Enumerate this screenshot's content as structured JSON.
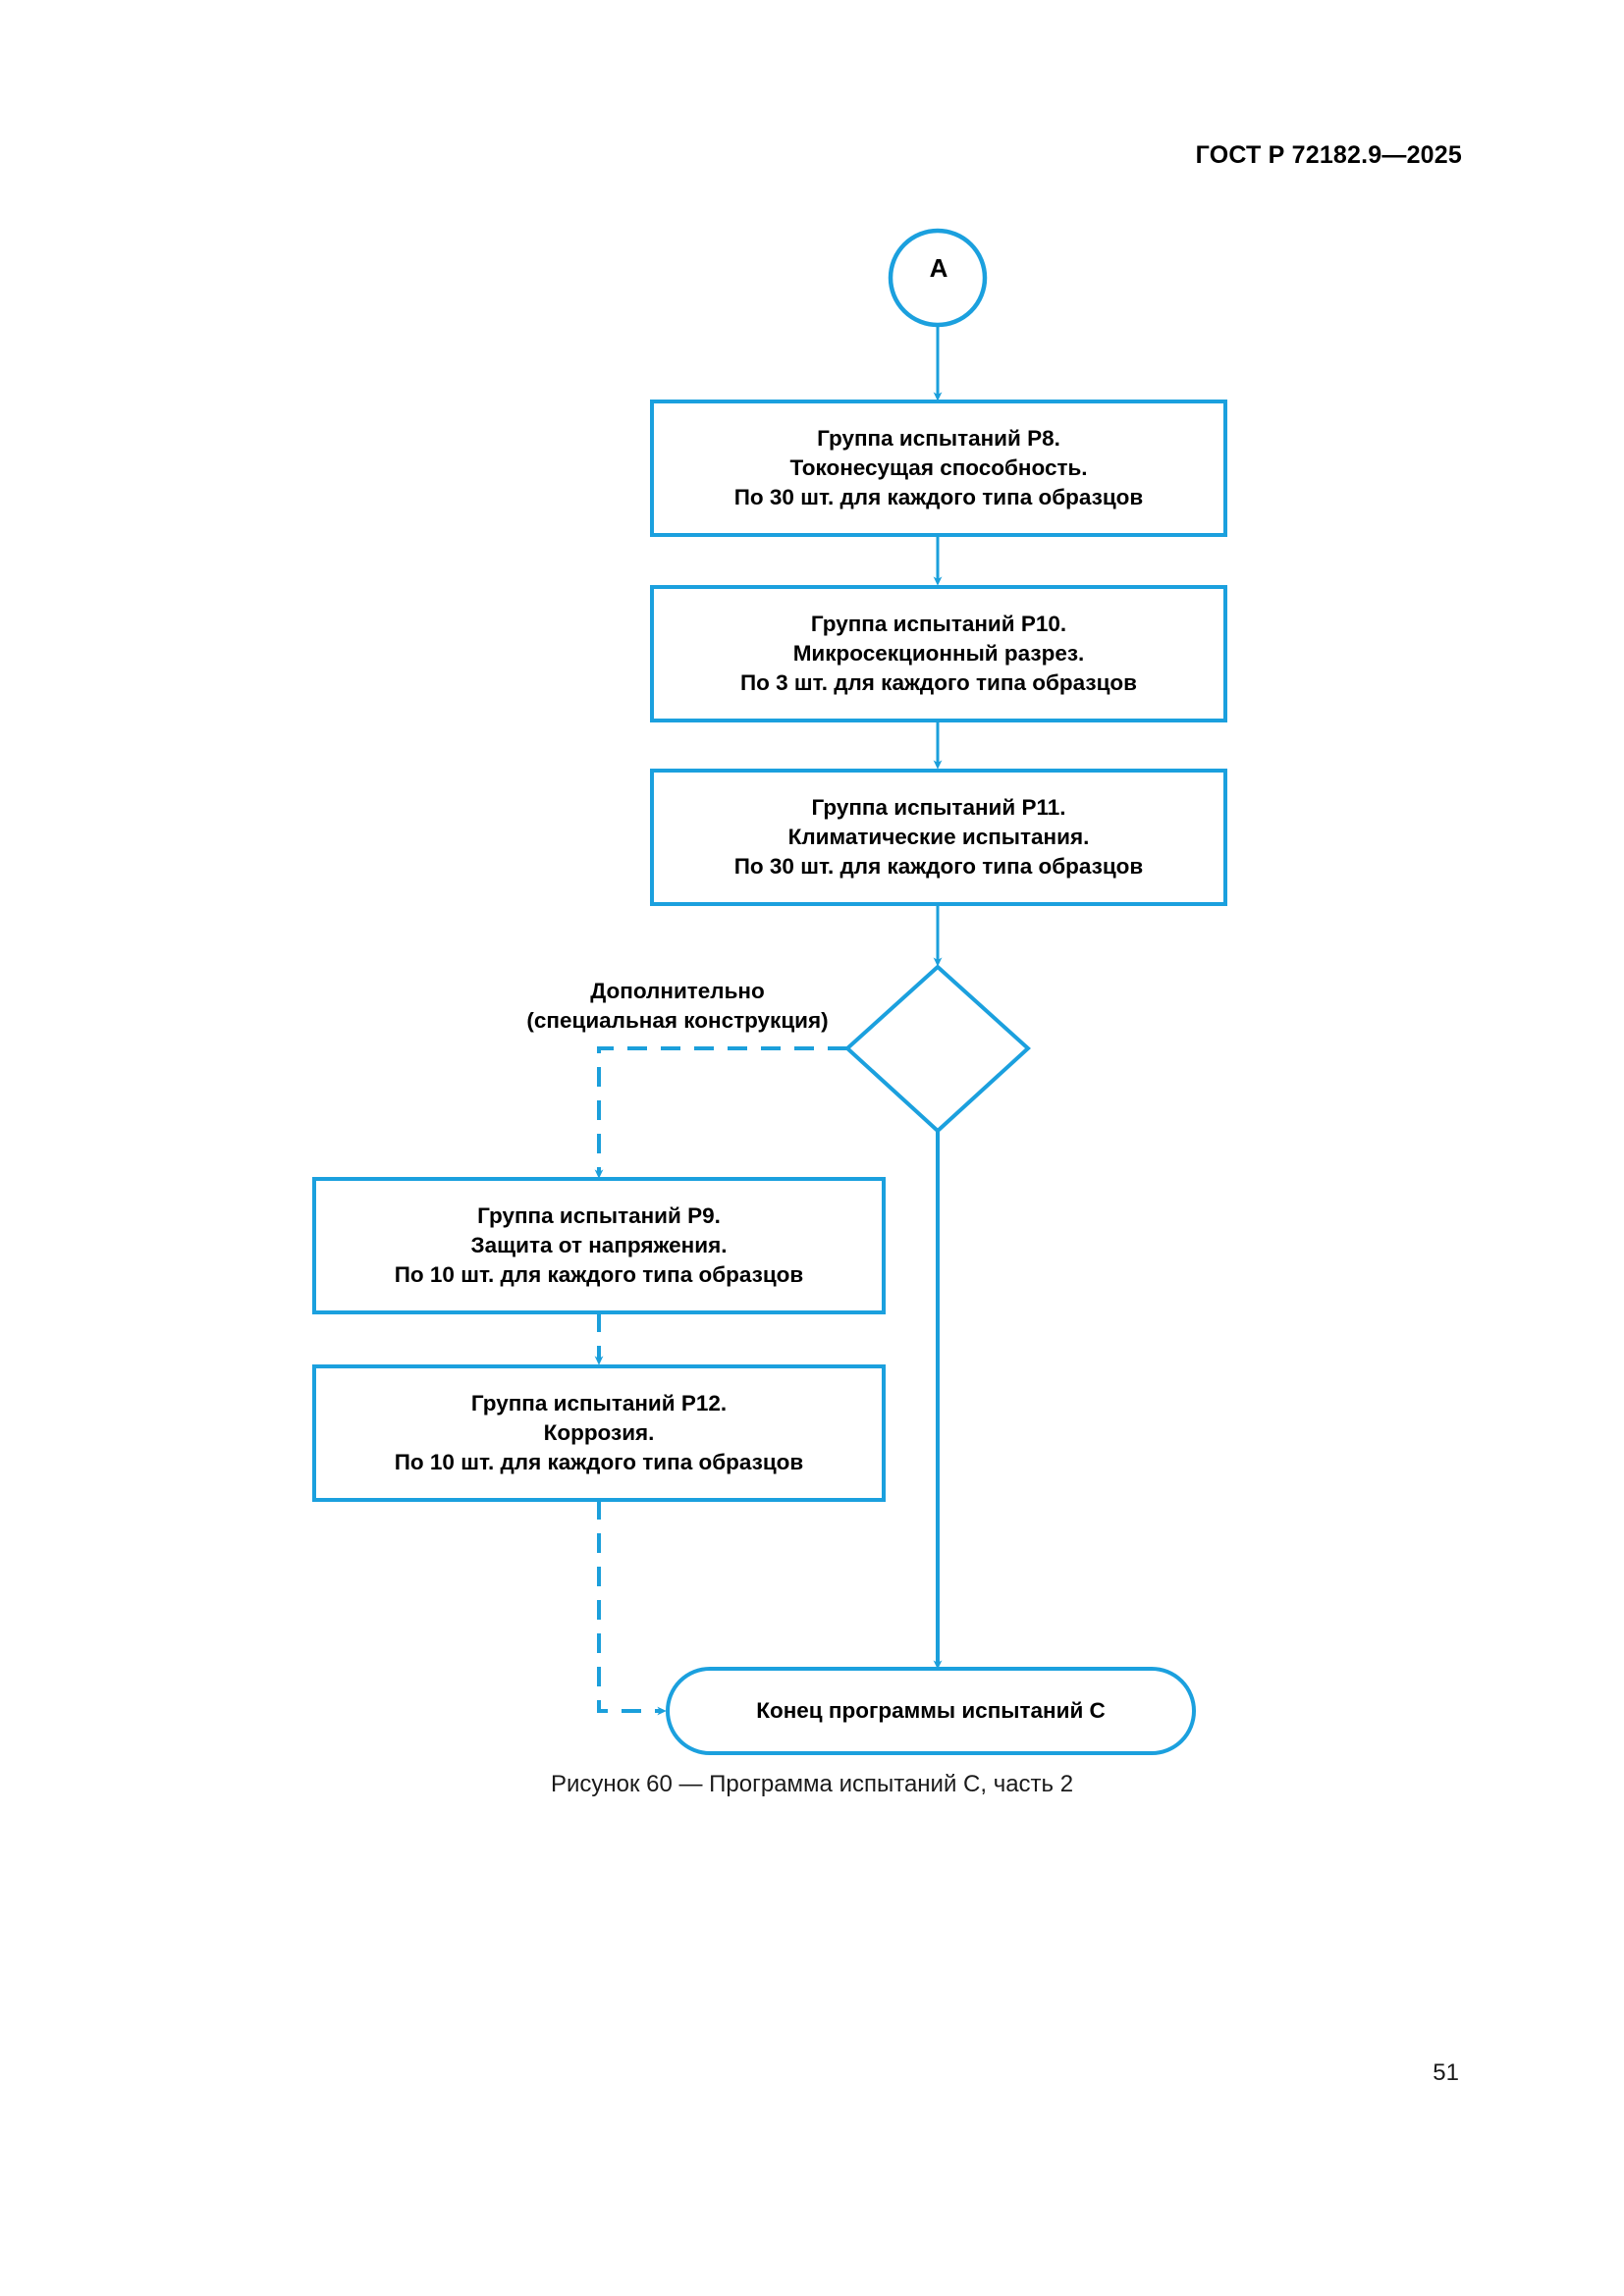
{
  "page": {
    "header_title": "ГОСТ Р 72182.9—2025",
    "figure_caption": "Рисунок 60 — Программа испытаний С, часть 2",
    "page_number": "51",
    "accent_color": "#1BA0DE",
    "line_color": "#1B9FDB",
    "text_color": "#000000"
  },
  "flowchart": {
    "connector_a": {
      "label": "A"
    },
    "branch_label": {
      "line1": "Дополнительно",
      "line2": "(специальная конструкция)"
    },
    "nodes": [
      {
        "id": "p8",
        "shape": "process",
        "line1": "Группа испытаний Р8.",
        "line2": "Токонесущая способность.",
        "line3": "По 30 шт. для каждого типа образцов"
      },
      {
        "id": "p10",
        "shape": "process",
        "line1": "Группа испытаний Р10.",
        "line2": "Микросекционный разрез.",
        "line3": "По 3 шт. для каждого типа образцов"
      },
      {
        "id": "p11",
        "shape": "process",
        "line1": "Группа испытаний Р11.",
        "line2": "Климатические испытания.",
        "line3": "По 30 шт. для каждого типа образцов"
      },
      {
        "id": "p9",
        "shape": "process",
        "line1": "Группа испытаний Р9.",
        "line2": "Защита от напряжения.",
        "line3": "По 10 шт. для каждого типа образцов"
      },
      {
        "id": "p12",
        "shape": "process",
        "line1": "Группа испытаний Р12.",
        "line2": "Коррозия.",
        "line3": "По 10 шт. для каждого типа образцов"
      }
    ],
    "decision": {
      "label": ""
    },
    "terminator": {
      "label": "Конец программы испытаний С"
    }
  }
}
